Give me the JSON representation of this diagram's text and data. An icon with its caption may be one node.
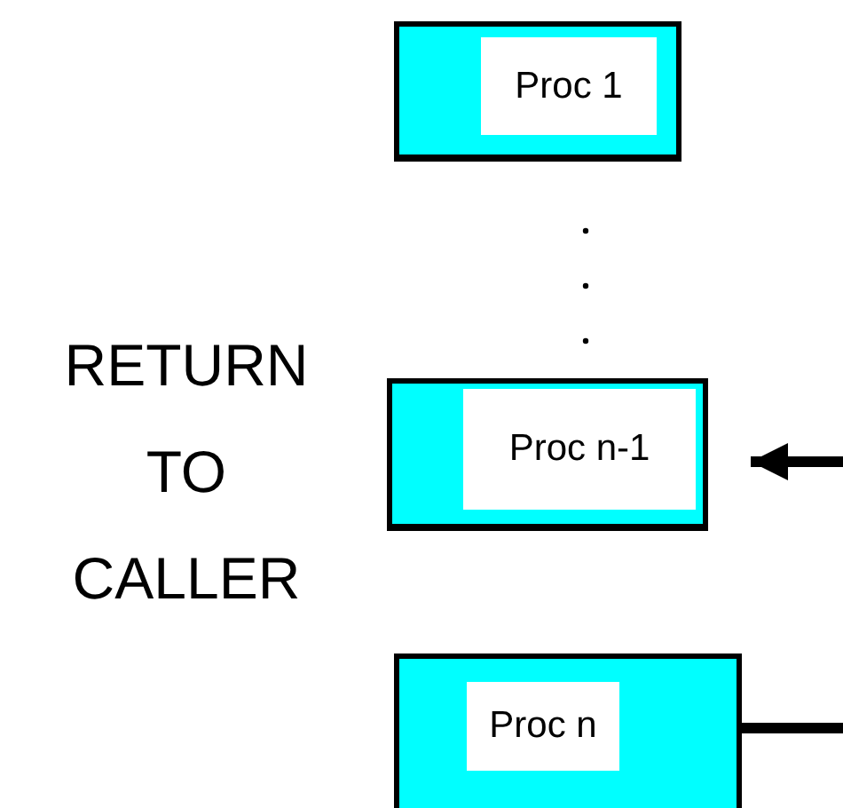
{
  "diagram": {
    "nodes": [
      {
        "text": [
          "Proc 1"
        ]
      },
      {
        "text": [
          "Proc n-1"
        ]
      },
      {
        "text": [
          "Proc n"
        ]
      }
    ],
    "edges": [
      {
        "from": null,
        "to": 1,
        "arrow": "to"
      },
      {
        "from": 2,
        "to": null,
        "arrow": "none"
      }
    ],
    "labels": [
      "RETURN TO CALLER"
    ]
  }
}
